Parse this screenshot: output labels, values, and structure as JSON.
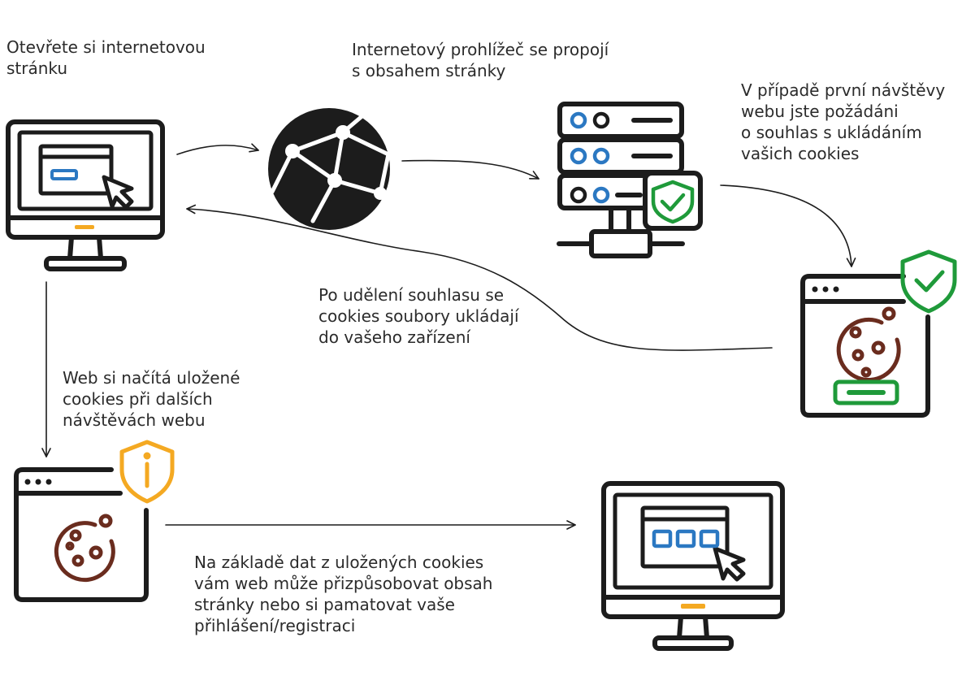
{
  "steps": {
    "open_page": "Otevřete si internetovou\nstránku",
    "browser_connects": "Internetový prohlížeč se propojí\ns obsahem stránky",
    "first_visit": "V případě první návštěvy\nwebu jste požádáni\no souhlas s ukládáním\nvašich cookies",
    "after_consent": "Po udělení souhlasu se\ncookies soubory ukládají\ndo vašeho zařízení",
    "web_loads": "Web si načítá uložené\ncookies při dalších\nnávštěvách webu",
    "personalize": "Na základě dat z uložených cookies\nvám web může přizpůsobovat obsah\nstránky nebo si pamatovat vaše\npřihlášení/registraci"
  },
  "colors": {
    "ink": "#1c1c1c",
    "accent_blue": "#2b78c2",
    "accent_orange": "#f4a922",
    "accent_green": "#1f9a3a",
    "cookie_brown": "#6a2c1e",
    "text": "#2b2b2b"
  },
  "icons": {
    "computer_top": "monitor-with-cursor-icon",
    "globe": "globe-network-icon",
    "server": "server-rack-shield-icon",
    "consent_window": "cookie-consent-window-icon",
    "cookie_window": "cookie-window-info-icon",
    "computer_bottom": "monitor-personalized-icon"
  }
}
